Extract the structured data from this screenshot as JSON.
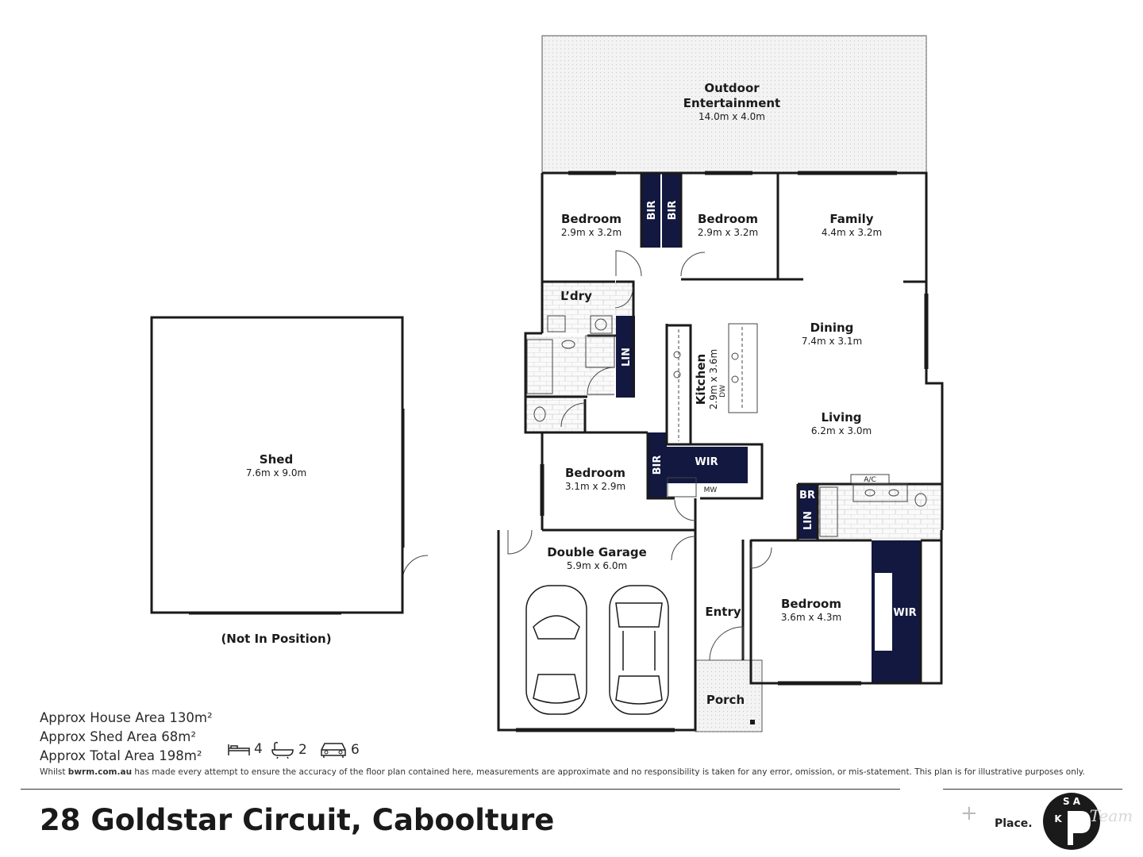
{
  "rooms": {
    "outdoor": {
      "name_line1": "Outdoor",
      "name_line2": "Entertainment",
      "dims": "14.0m x 4.0m"
    },
    "bedroom_nw": {
      "name": "Bedroom",
      "dims": "2.9m x 3.2m"
    },
    "bedroom_n": {
      "name": "Bedroom",
      "dims": "2.9m x 3.2m"
    },
    "family": {
      "name": "Family",
      "dims": "4.4m x 3.2m"
    },
    "laundry": {
      "name": "L’dry"
    },
    "dining": {
      "name": "Dining",
      "dims": "7.4m x 3.1m"
    },
    "kitchen": {
      "name": "Kitchen",
      "dims": "2.9m x 3.6m",
      "dw": "DW"
    },
    "living": {
      "name": "Living",
      "dims": "6.2m x 3.0m"
    },
    "bedroom_w": {
      "name": "Bedroom",
      "dims": "3.1m x 2.9m"
    },
    "garage": {
      "name": "Double Garage",
      "dims": "5.9m x 6.0m"
    },
    "entry": {
      "name": "Entry"
    },
    "porch": {
      "name": "Porch"
    },
    "bedroom_main": {
      "name": "Bedroom",
      "dims": "3.6m x 4.3m"
    },
    "shed": {
      "name": "Shed",
      "dims": "7.6m x 9.0m",
      "note": "(Not In Position)"
    }
  },
  "storage_labels": {
    "bir_left": "BIR",
    "bir_right": "BIR",
    "lin_bath": "LIN",
    "bir_bedroom": "BIR",
    "wir_kitchen": "WIR",
    "mw": "MW",
    "ac": "A/C",
    "br_ensuite": "BR",
    "lin_ensuite": "LIN",
    "wir_main": "WIR"
  },
  "areas": {
    "house": "Approx House Area 130m²",
    "shed": "Approx Shed Area 68m²",
    "total": "Approx Total Area 198m²"
  },
  "features": {
    "beds": "4",
    "baths": "2",
    "cars": "6"
  },
  "disclaimer": {
    "prefix": "Whilst ",
    "site": "bwrm.com.au",
    "suffix": " has made every attempt to ensure the accuracy of the floor plan contained here, measurements are approximate and no responsibility is taken for any error, omission, or mis-statement. This plan is for illustrative purposes only."
  },
  "address": "28 Goldstar Circuit, Caboolture",
  "branding": {
    "place": "Place.",
    "logo_letters_top": "S A",
    "logo_letters_mid": "K",
    "logo_script": "Team"
  },
  "colors": {
    "wall": "#1a1a1a",
    "navy": "#12183f",
    "outdoor_fill": "#f1f1f1",
    "tile": "#d9d9d9"
  }
}
